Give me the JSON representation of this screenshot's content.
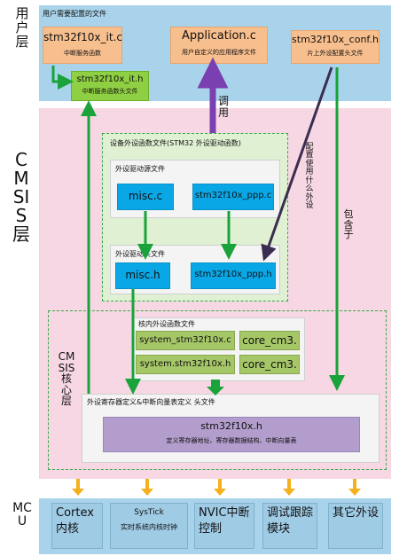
{
  "side_labels": {
    "user": "用户层",
    "cmsis": "CMSIS层",
    "cmsis_core": "CMSIS核心层",
    "mcu": "MCU"
  },
  "user_layer": {
    "caption": "用户需要配置的文件",
    "it_c": {
      "name": "stm32f10x_it.c",
      "desc": "中断服务函数"
    },
    "application": {
      "name": "Application.c",
      "desc": "用户自定义的应用程序文件"
    },
    "conf_h": {
      "name": "stm32f10x_conf.h",
      "desc": "片上外设配置头文件"
    },
    "it_h": {
      "name": "stm32f10x_it.h",
      "desc": "中断服务函数头文件"
    }
  },
  "arrow_labels": {
    "call": "调用",
    "configure": "配置使用什么外设",
    "include": "包含于"
  },
  "device_driver": {
    "title": "设备外设函数文件(STM32 外设驱动函数)",
    "source_title": "外设驱动源文件",
    "misc_c": "misc.c",
    "ppp_c": "stm32f10x_ppp.c",
    "header_title": "外设驱动头文件",
    "misc_h": "misc.h",
    "ppp_h": "stm32f10x_ppp.h"
  },
  "core": {
    "title": "核内外设函数文件",
    "system_c": "system_stm32f10x.c",
    "system_h": "system.stm32f10x.h",
    "core_cm3_c": "core_cm3.",
    "core_cm3_h": "core_cm3.",
    "reg_title": "外设寄存器定义&中断向量表定义 头文件",
    "stm32f10x_h": "stm32f10x.h",
    "stm32f10x_desc": "定义寄存器地址、寄存器数据结构、中断向量表"
  },
  "mcu": {
    "cortex": "Cortex内核",
    "systick_title": "SysTick",
    "systick_desc": "实时系统内核时钟",
    "nvic": "NVIC中断控制",
    "debug": "调试跟踪模块",
    "other": "其它外设"
  },
  "colors": {
    "green_arrow": "#19a33a",
    "purple_arrow": "#7a3fb0",
    "dark_arrow": "#3b2d4f",
    "orange_arrow": "#f6b01e"
  }
}
